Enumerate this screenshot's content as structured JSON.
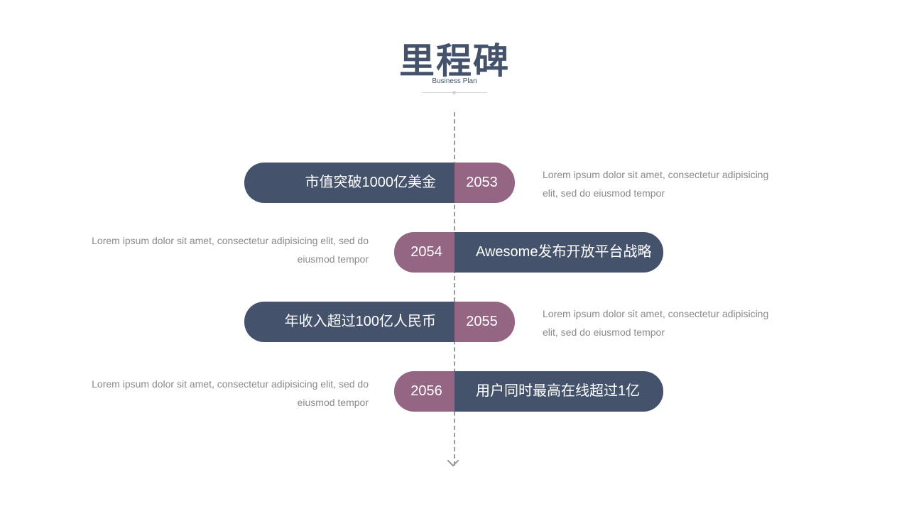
{
  "header": {
    "title": "里程碑",
    "subtitle": "Business Plan"
  },
  "colors": {
    "navy": "#44536b",
    "mauve": "#946684",
    "text_gray": "#8a8a8a",
    "axis_gray": "#9a9a9a"
  },
  "milestones": [
    {
      "year": "2053",
      "label": "市值突破1000亿美金",
      "description": "Lorem ipsum dolor sit amet, consectetur adipisicing elit, sed do eiusmod tempor"
    },
    {
      "year": "2054",
      "label": "Awesome发布开放平台战略",
      "description": "Lorem ipsum dolor sit amet, consectetur adipisicing elit, sed do eiusmod tempor"
    },
    {
      "year": "2055",
      "label": "年收入超过100亿人民币",
      "description": "Lorem ipsum dolor sit amet, consectetur adipisicing elit, sed do eiusmod tempor"
    },
    {
      "year": "2056",
      "label": "用户同时最高在线超过1亿",
      "description": "Lorem ipsum dolor sit amet, consectetur adipisicing elit, sed do eiusmod tempor"
    }
  ]
}
